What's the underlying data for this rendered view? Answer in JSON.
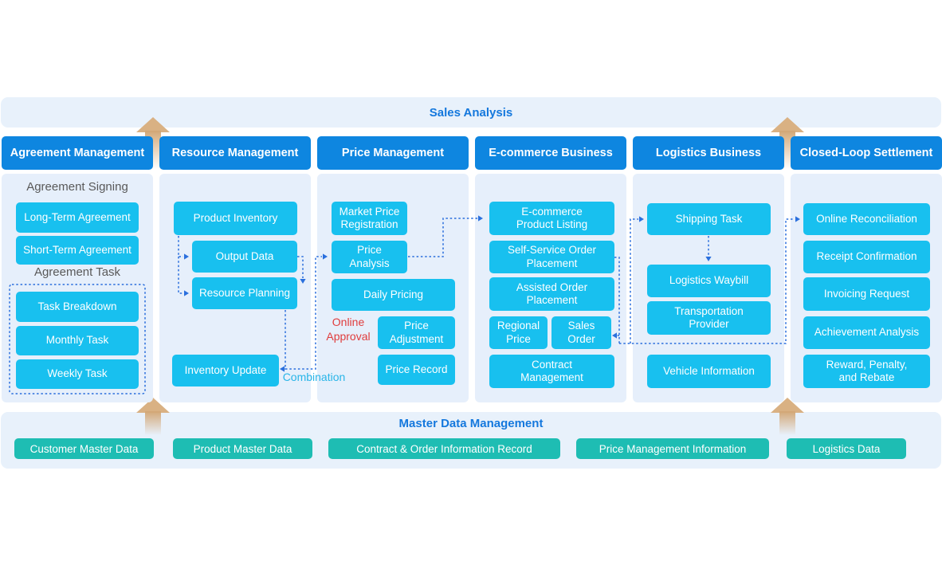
{
  "top_bar": {
    "title": "Sales Analysis"
  },
  "columns": [
    {
      "title": "Agreement Management",
      "section1": "Agreement Signing",
      "section2": "Agreement Task",
      "boxes": {
        "long_term": {
          "lines": [
            "Long-Term Agreement"
          ]
        },
        "short_term": {
          "lines": [
            "Short-Term Agreement"
          ]
        },
        "task_breakdown": {
          "lines": [
            "Task Breakdown"
          ]
        },
        "monthly": {
          "lines": [
            "Monthly Task"
          ]
        },
        "weekly": {
          "lines": [
            "Weekly Task"
          ]
        }
      }
    },
    {
      "title": "Resource Management",
      "annotation": "Combination",
      "boxes": {
        "product_inventory": {
          "lines": [
            "Product Inventory"
          ]
        },
        "output_data": {
          "lines": [
            "Output Data"
          ]
        },
        "resource_planning": {
          "lines": [
            "Resource Planning"
          ]
        },
        "inventory_update": {
          "lines": [
            "Inventory Update"
          ]
        }
      }
    },
    {
      "title": "Price Management",
      "annotation": "Online Approval",
      "boxes": {
        "market_price": {
          "lines": [
            "Market Price",
            "Registration"
          ]
        },
        "price_analysis": {
          "lines": [
            "Price",
            "Analysis"
          ]
        },
        "daily_pricing": {
          "lines": [
            "Daily Pricing"
          ]
        },
        "price_adjustment": {
          "lines": [
            "Price",
            "Adjustment"
          ]
        },
        "price_record": {
          "lines": [
            "Price Record"
          ]
        }
      }
    },
    {
      "title": "E-commerce Business",
      "boxes": {
        "listing": {
          "lines": [
            "E-commerce",
            "Product Listing"
          ]
        },
        "self_service": {
          "lines": [
            "Self-Service Order",
            "Placement"
          ]
        },
        "assisted": {
          "lines": [
            "Assisted Order",
            "Placement"
          ]
        },
        "regional": {
          "lines": [
            "Regional",
            "Price"
          ]
        },
        "sales_order": {
          "lines": [
            "Sales",
            "Order"
          ]
        },
        "contract": {
          "lines": [
            "Contract",
            "Management"
          ]
        }
      }
    },
    {
      "title": "Logistics Business",
      "boxes": {
        "shipping": {
          "lines": [
            "Shipping Task"
          ]
        },
        "waybill": {
          "lines": [
            "Logistics Waybill"
          ]
        },
        "transport": {
          "lines": [
            "Transportation",
            "Provider"
          ]
        },
        "vehicle": {
          "lines": [
            "Vehicle Information"
          ]
        }
      }
    },
    {
      "title": "Closed-Loop Settlement",
      "boxes": {
        "reconciliation": {
          "lines": [
            "Online Reconciliation"
          ]
        },
        "receipt": {
          "lines": [
            "Receipt Confirmation"
          ]
        },
        "invoicing": {
          "lines": [
            "Invoicing Request"
          ]
        },
        "achievement": {
          "lines": [
            "Achievement Analysis"
          ]
        },
        "reward": {
          "lines": [
            "Reward, Penalty,",
            "and Rebate"
          ]
        }
      }
    }
  ],
  "bottom_bar": {
    "title": "Master Data Management",
    "items": [
      "Customer Master Data",
      "Product Master Data",
      "Contract & Order Information Record",
      "Price Management Information",
      "Logistics Data"
    ]
  },
  "colors": {
    "header_blue": "#0e86e0",
    "box_cyan": "#18c0ef",
    "button_teal": "#1ebdb3",
    "bar_bg": "#e8f1fb",
    "panel_bg": "#e6effb",
    "title_blue": "#1478dd",
    "connector_blue": "#2a6fdd",
    "arrow_tan": "#d9b183",
    "label_gray": "#595959",
    "approval_red": "#e03c3c",
    "combination_cyan": "#29b5e8"
  }
}
